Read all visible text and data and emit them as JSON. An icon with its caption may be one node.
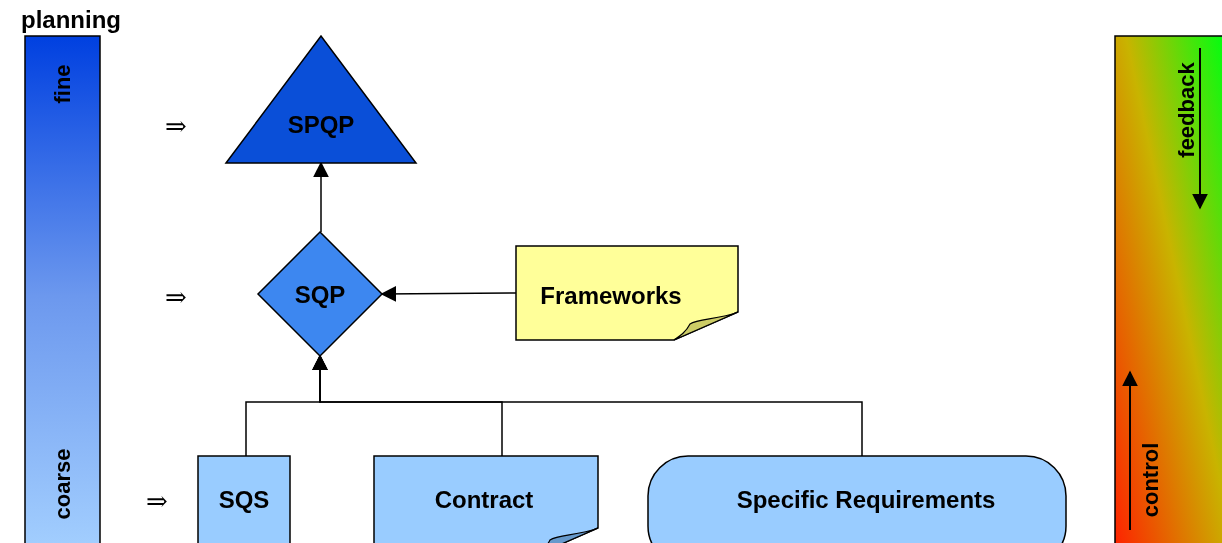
{
  "diagram": {
    "nodes": [
      {
        "text": [
          "planning",
          "fine",
          "coarse"
        ]
      },
      {
        "text": [
          "feedback",
          "control"
        ]
      },
      {
        "text": [
          "SPQP"
        ]
      },
      {
        "text": [
          "SQP"
        ]
      },
      {
        "text": [
          "Frameworks"
        ]
      },
      {
        "text": [
          "SQS"
        ]
      },
      {
        "text": [
          "Contract"
        ]
      },
      {
        "text": [
          "Specific Requirements"
        ]
      }
    ],
    "edges": [
      {
        "from": 3,
        "to": 2,
        "arrow": "to"
      },
      {
        "from": 4,
        "to": 3,
        "arrow": "to"
      },
      {
        "from": 5,
        "to": 3,
        "arrow": "to"
      },
      {
        "from": 6,
        "to": 3,
        "arrow": "to"
      },
      {
        "from": 7,
        "to": 3,
        "arrow": "to"
      }
    ],
    "labels": [
      "⇒",
      "⇒",
      "⇒"
    ]
  }
}
